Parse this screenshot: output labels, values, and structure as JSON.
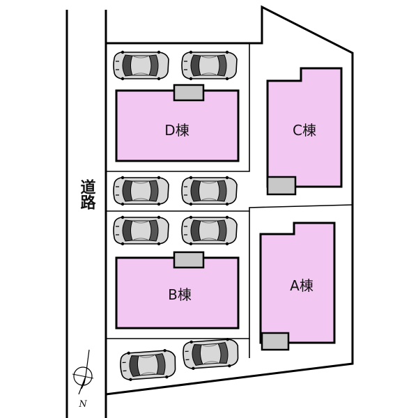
{
  "road": {
    "label": "道路"
  },
  "north": {
    "label": "N"
  },
  "buildings": {
    "a": {
      "label": "A棟"
    },
    "b": {
      "label": "B棟"
    },
    "c": {
      "label": "C棟"
    },
    "d": {
      "label": "D棟"
    }
  },
  "colors": {
    "building_fill": "#f2c8f2",
    "unit_fill": "#c8c8c8",
    "line": "#000000",
    "car_body": "#d8d8d8"
  }
}
